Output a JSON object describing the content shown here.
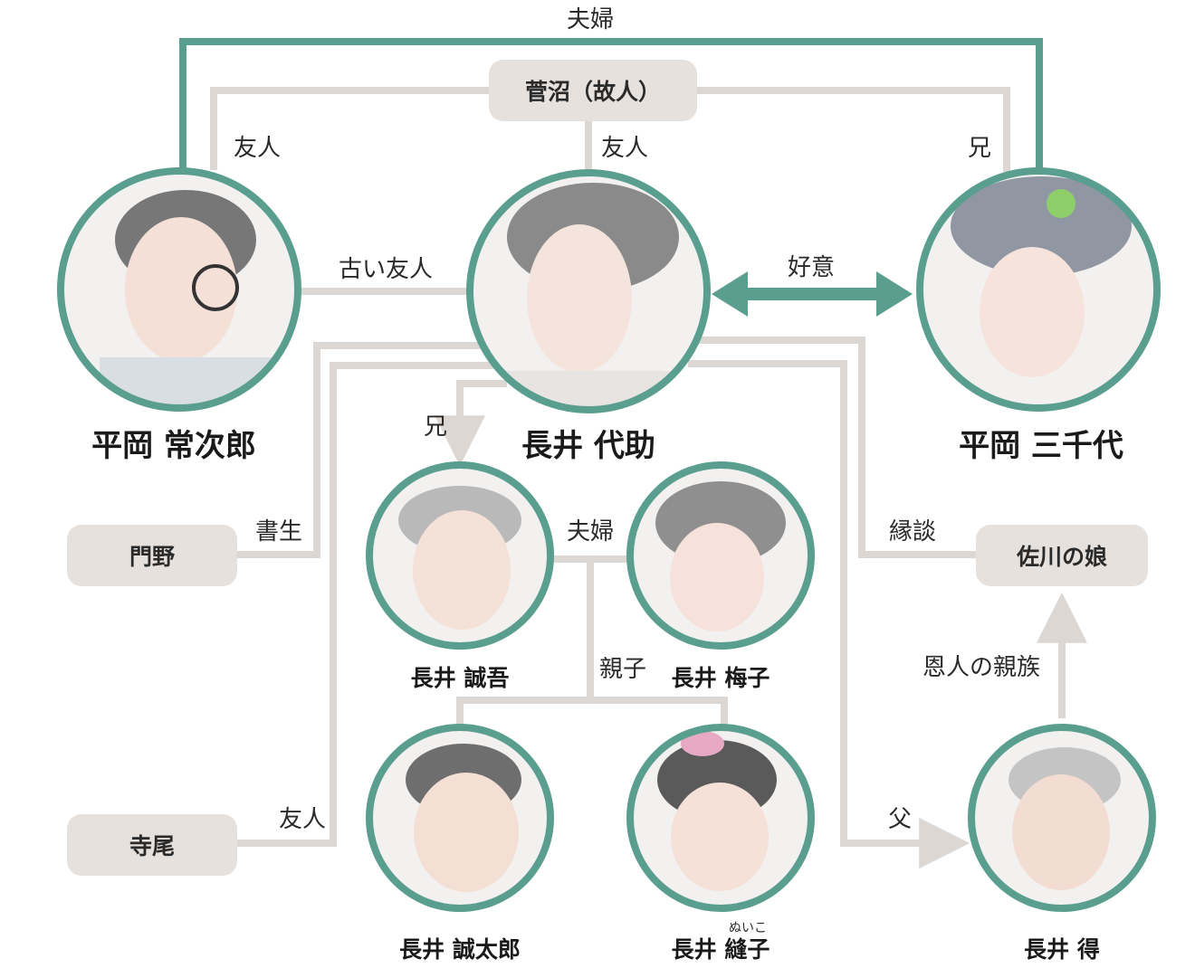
{
  "colors": {
    "accent_teal": "#5a9e8f",
    "line_gray": "#ddd7d3",
    "box_fill": "#e6e1dd",
    "text_dark": "#1a1a1a"
  },
  "people": {
    "hiraoka_tsunejiro": "平岡 常次郎",
    "nagai_daisuke": "長井 代助",
    "hiraoka_michiyo": "平岡 三千代",
    "nagai_seigo": "長井 誠吾",
    "nagai_umeko": "長井 梅子",
    "nagai_seitaro": "長井 誠太郎",
    "nagai_nuiko": "長井 縫子",
    "nagai_nuiko_ruby": "ぬいこ",
    "nagai_toku": "長井 得"
  },
  "boxes": {
    "suganuma": "菅沼（故人）",
    "kadono": "門野",
    "terao": "寺尾",
    "sagawa_daughter": "佐川の娘"
  },
  "relations": {
    "married_top": "夫婦",
    "friend_left": "友人",
    "friend_center": "友人",
    "brother_right": "兄",
    "old_friend": "古い友人",
    "affection": "好意",
    "brother_down": "兄",
    "houseboy": "書生",
    "married_parents": "夫婦",
    "marriage_proposal": "縁談",
    "parent_child": "親子",
    "benefactor_relative": "恩人の親族",
    "friend_terao": "友人",
    "father": "父"
  }
}
